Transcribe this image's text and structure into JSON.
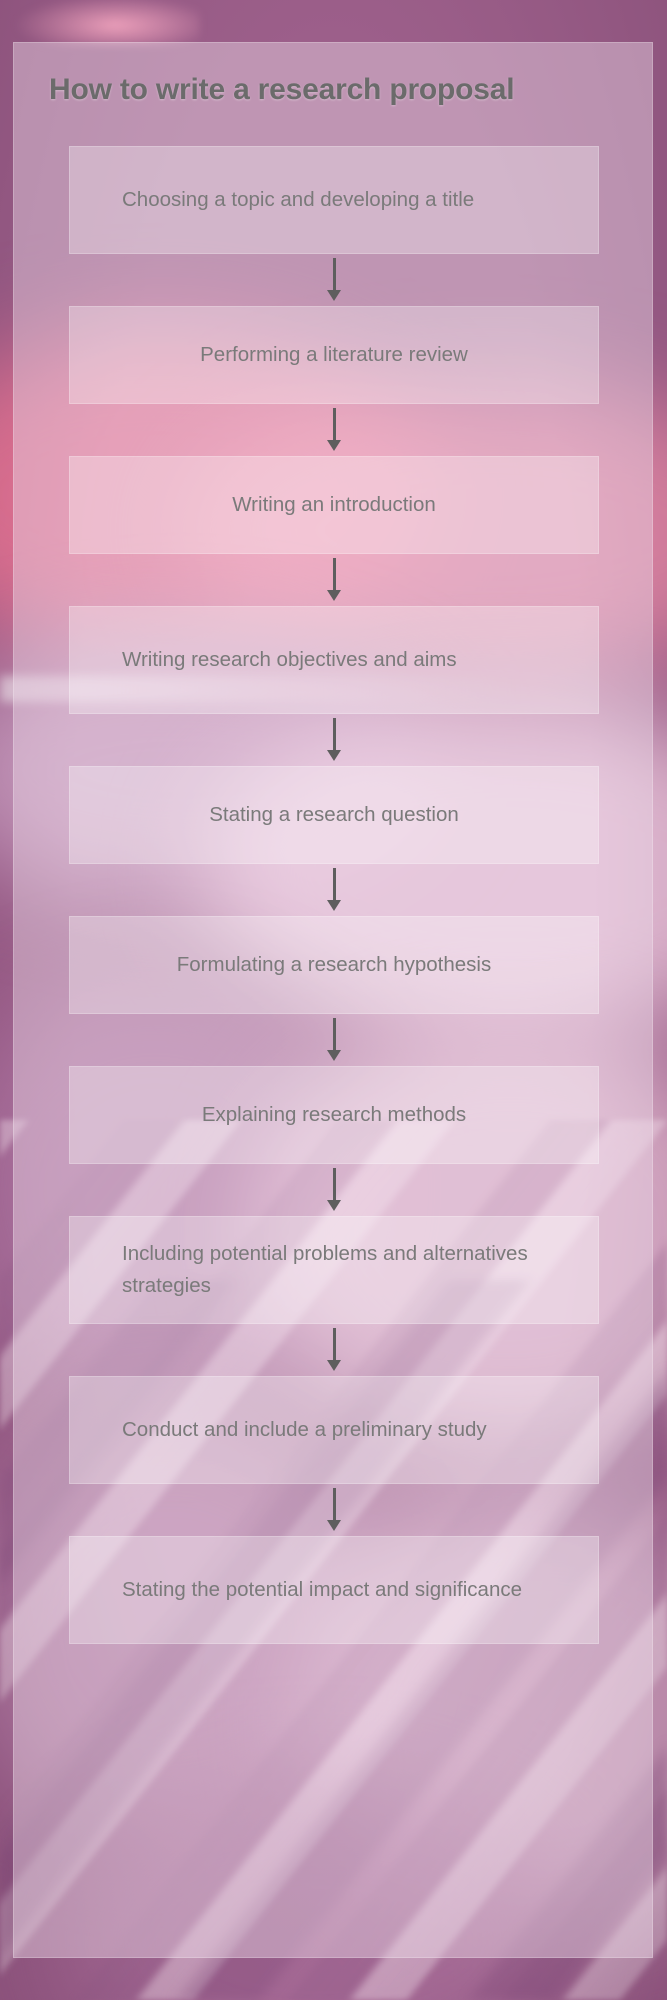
{
  "infographic": {
    "title": "How to write a research proposal",
    "palette": {
      "background_purple": "#a5628f",
      "background_pink": "#e8718c",
      "box_fill": "rgba(255,255,255,0.30)",
      "text_gray": "#7a7a7a",
      "title_gray": "#6b6b6b",
      "arrow_gray": "#5e5e5e"
    },
    "steps": [
      {
        "id": 1,
        "label": "Choosing a topic and developing a title",
        "lines": 2
      },
      {
        "id": 2,
        "label": "Performing a literature review",
        "lines": 1
      },
      {
        "id": 3,
        "label": "Writing an introduction",
        "lines": 1
      },
      {
        "id": 4,
        "label": "Writing research objectives and aims",
        "lines": 2
      },
      {
        "id": 5,
        "label": "Stating a research question",
        "lines": 1
      },
      {
        "id": 6,
        "label": "Formulating a research hypothesis",
        "lines": 1
      },
      {
        "id": 7,
        "label": "Explaining research methods",
        "lines": 1
      },
      {
        "id": 8,
        "label": "Including potential problems and alternatives strategies",
        "lines": 2
      },
      {
        "id": 9,
        "label": "Conduct and include a preliminary study",
        "lines": 2
      },
      {
        "id": 10,
        "label": "Stating the potential impact and significance",
        "lines": 2
      }
    ],
    "connector": {
      "icon": "arrow-down-icon",
      "count": 9
    }
  }
}
